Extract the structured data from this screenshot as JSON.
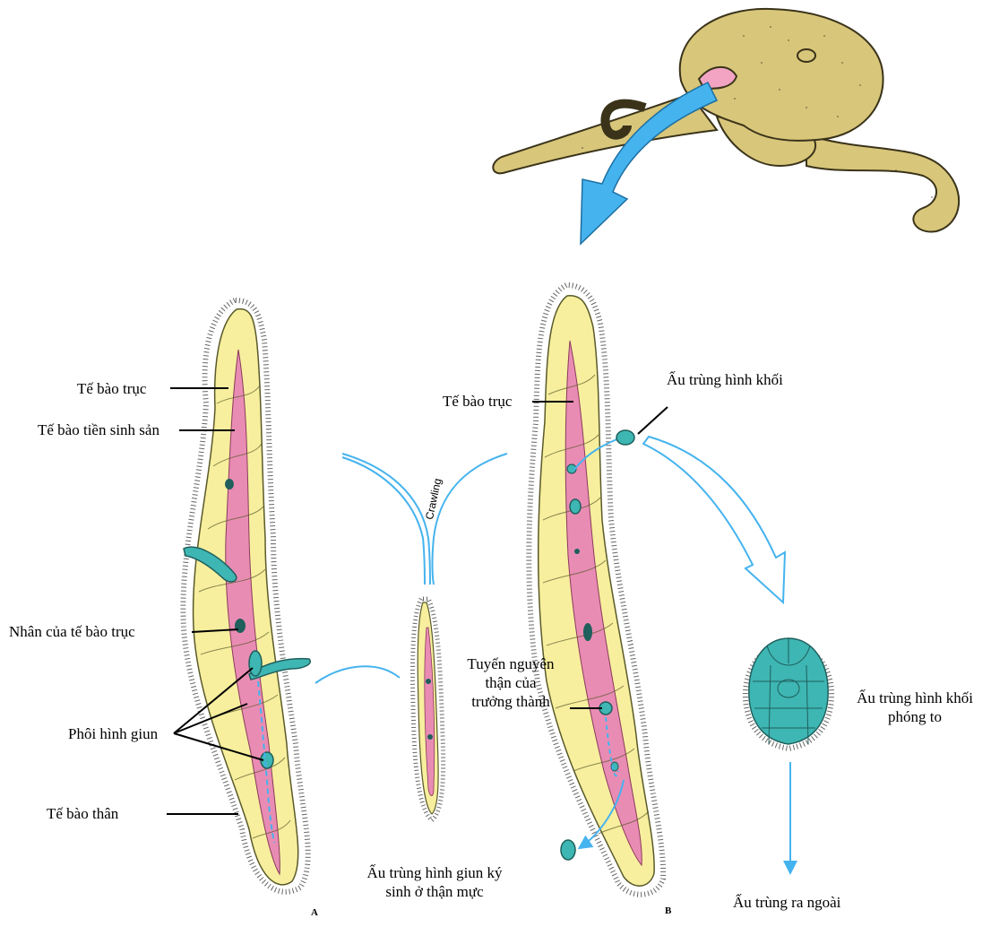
{
  "labels": {
    "axial_cell_a": "Tế bào trục",
    "pre_reproductive_cell": "Tế bào tiền sinh sản",
    "axial_cell_nucleus": "Nhân của tế bào trục",
    "vermiform_embryos": "Phôi hình giun",
    "trunk_cell": "Tế bào thân",
    "vermiform_larva_line1": "Ấu trùng hình giun ký",
    "vermiform_larva_line2": "sinh ở thận mực",
    "crawling": "Crawling",
    "axial_cell_b": "Tế bào trục",
    "infusoriform_larva": "Ấu trùng hình khối",
    "adult_nephridium_line1": "Tuyến nguyên",
    "adult_nephridium_line2": "thận của",
    "adult_nephridium_line3": "trưởng thành",
    "enlarged_larva_line1": "Ấu trùng hình khối",
    "enlarged_larva_line2": "phóng to",
    "larva_exits": "Ấu trùng ra ngoài",
    "panel_a": "A",
    "panel_b": "B"
  },
  "colors": {
    "worm_body": "#f7ef9e",
    "axial_cell": "#e98cb4",
    "larva": "#3eb6b3",
    "arrow": "#45b3ee",
    "octopus": "#d8c67a"
  }
}
